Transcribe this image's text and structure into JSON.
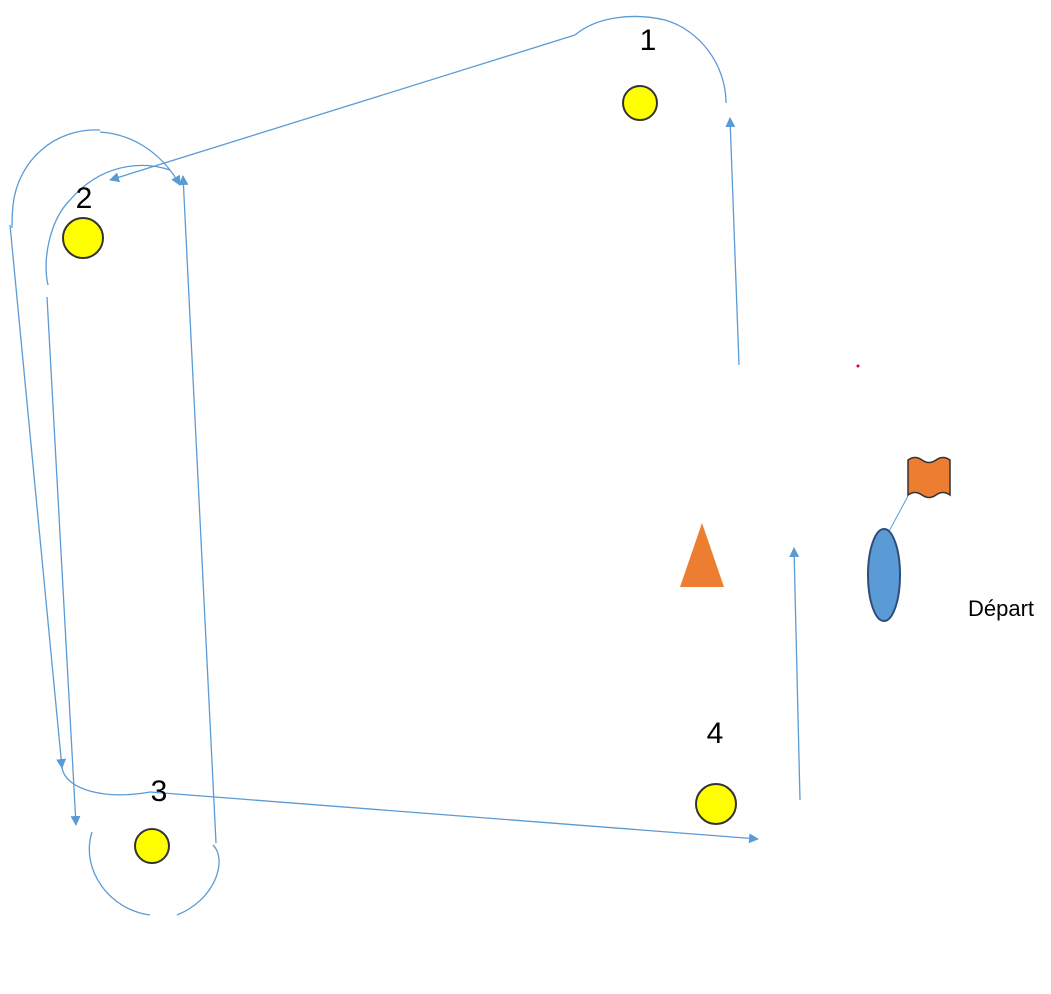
{
  "colors": {
    "path": "#5B9BD5",
    "buoy_fill": "#FFFF00",
    "buoy_stroke": "#333333",
    "orange": "#ED7D31",
    "start_buoy": "#5B9BD5",
    "start_buoy_stroke": "#2E4E7A",
    "marker_dot": "#E0002A",
    "text": "#000000"
  },
  "buoys": [
    {
      "label": "1",
      "shape": "yellow-circle"
    },
    {
      "label": "2",
      "shape": "yellow-circle"
    },
    {
      "label": "3",
      "shape": "yellow-circle"
    },
    {
      "label": "4",
      "shape": "yellow-circle"
    }
  ],
  "start": {
    "label": "Départ",
    "flag_icon": "flag-icon",
    "buoy_icon": "start-buoy-icon"
  },
  "mark": {
    "icon": "orange-cone-icon"
  }
}
